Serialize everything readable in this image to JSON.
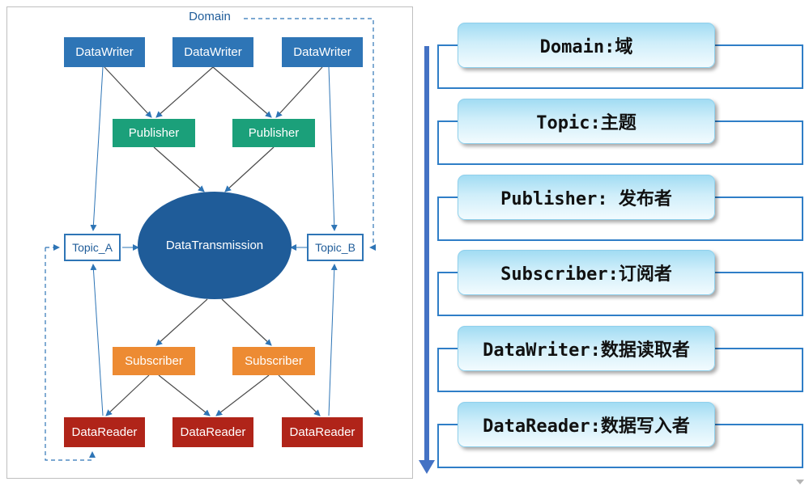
{
  "diagram": {
    "domain_label": "Domain",
    "nodes": {
      "datawriter": "DataWriter",
      "publisher": "Publisher",
      "transmission": "DataTransmission",
      "topic_a": "Topic_A",
      "topic_b": "Topic_B",
      "subscriber": "Subscriber",
      "datareader": "DataReader"
    },
    "colors": {
      "datawriter": "#2E75B6",
      "publisher": "#1BA07A",
      "transmission": "#1F5C99",
      "subscriber": "#ED8B33",
      "datareader": "#B02419",
      "topic_border": "#2E75B6",
      "connector_line": "#4a4a4a",
      "arrowhead": "#2E75B6",
      "dashed_boundary": "#2E75B6"
    }
  },
  "legend": {
    "arrow_color": "#4472C4",
    "items": [
      {
        "label": "Domain:域"
      },
      {
        "label": "Topic:主题"
      },
      {
        "label": "Publisher: 发布者"
      },
      {
        "label": "Subscriber:订阅者"
      },
      {
        "label": "DataWriter:数据读取者"
      },
      {
        "label": "DataReader:数据写入者"
      }
    ]
  }
}
